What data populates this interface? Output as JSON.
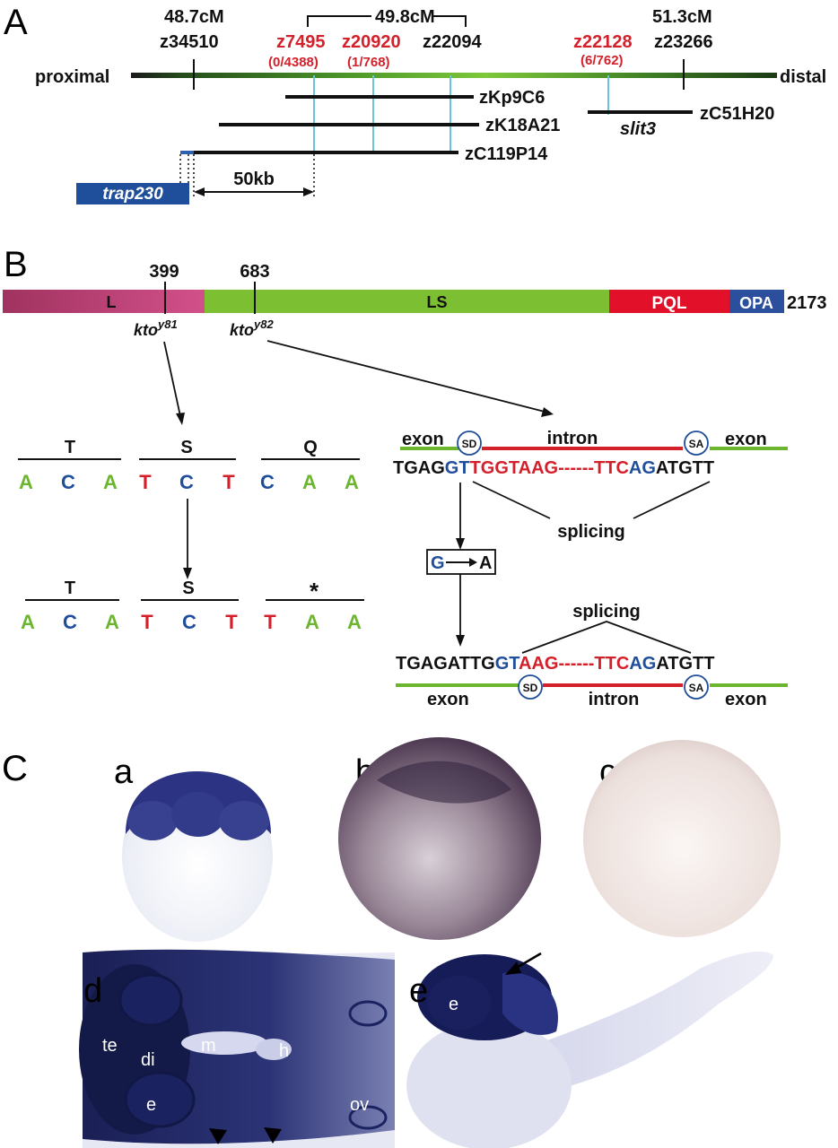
{
  "panels": {
    "A": "A",
    "B": "B",
    "C": "C"
  },
  "colors": {
    "red": "#d4202b",
    "blue": "#1f4e9a",
    "green": "#6cb52e",
    "cyan": "#6ac6d6",
    "magenta": "#c8457a",
    "pql": "#e3102a",
    "opa": "#2b4f9c"
  },
  "panelA": {
    "cm_left": "48.7cM",
    "cm_mid": "49.8cM",
    "cm_right": "51.3cM",
    "markers": {
      "z34510": "z34510",
      "z7495": "z7495",
      "z7495_ratio": "(0/4388)",
      "z20920": "z20920",
      "z20920_ratio": "(1/768)",
      "z22094": "z22094",
      "z22128": "z22128",
      "z22128_ratio": "(6/762)",
      "z23266": "z23266"
    },
    "proximal": "proximal",
    "distal": "distal",
    "clones": {
      "zKp9C6": "zKp9C6",
      "zK18A21": "zK18A21",
      "zC119P14": "zC119P14",
      "zC51H20": "zC51H20"
    },
    "slit3": "slit3",
    "trap230": "trap230",
    "scale": "50kb"
  },
  "panelB": {
    "pos399": "399",
    "pos683": "683",
    "domains": {
      "L": "L",
      "LS": "LS",
      "PQL": "PQL",
      "OPA": "OPA"
    },
    "length": "2173",
    "allele1": {
      "base": "kto",
      "sup": "y81"
    },
    "allele2": {
      "base": "kto",
      "sup": "y82"
    },
    "codons_top": [
      {
        "aa": "T",
        "n": [
          "A",
          "C",
          "A"
        ]
      },
      {
        "aa": "S",
        "n": [
          "T",
          "C",
          "T"
        ]
      },
      {
        "aa": "Q",
        "n": [
          "C",
          "A",
          "A"
        ]
      }
    ],
    "codons_bottom": [
      {
        "aa": "T",
        "n": [
          "A",
          "C",
          "A"
        ]
      },
      {
        "aa": "S",
        "n": [
          "T",
          "C",
          "T"
        ]
      },
      {
        "aa": "*",
        "n": [
          "T",
          "A",
          "A"
        ]
      }
    ],
    "splice": {
      "exon": "exon",
      "intron": "intron",
      "sd": "SD",
      "sa": "SA",
      "splicing": "splicing",
      "top_seq": [
        "TGAG",
        "GT",
        "TGGTAAG------TTC",
        "AG",
        "ATGTT"
      ],
      "mut_from": "G",
      "mut_to": "A",
      "bottom_seq": [
        "TGAGATTG",
        "GT",
        "AAG------TTC",
        "AG",
        "ATGTT"
      ]
    }
  },
  "panelC": {
    "a": "a",
    "b": "b",
    "c": "c",
    "d": "d",
    "e": "e",
    "d_labels": {
      "te": "te",
      "di": "di",
      "e": "e",
      "m": "m",
      "h": "h",
      "ov": "ov"
    },
    "e_labels": {
      "e": "e"
    }
  }
}
